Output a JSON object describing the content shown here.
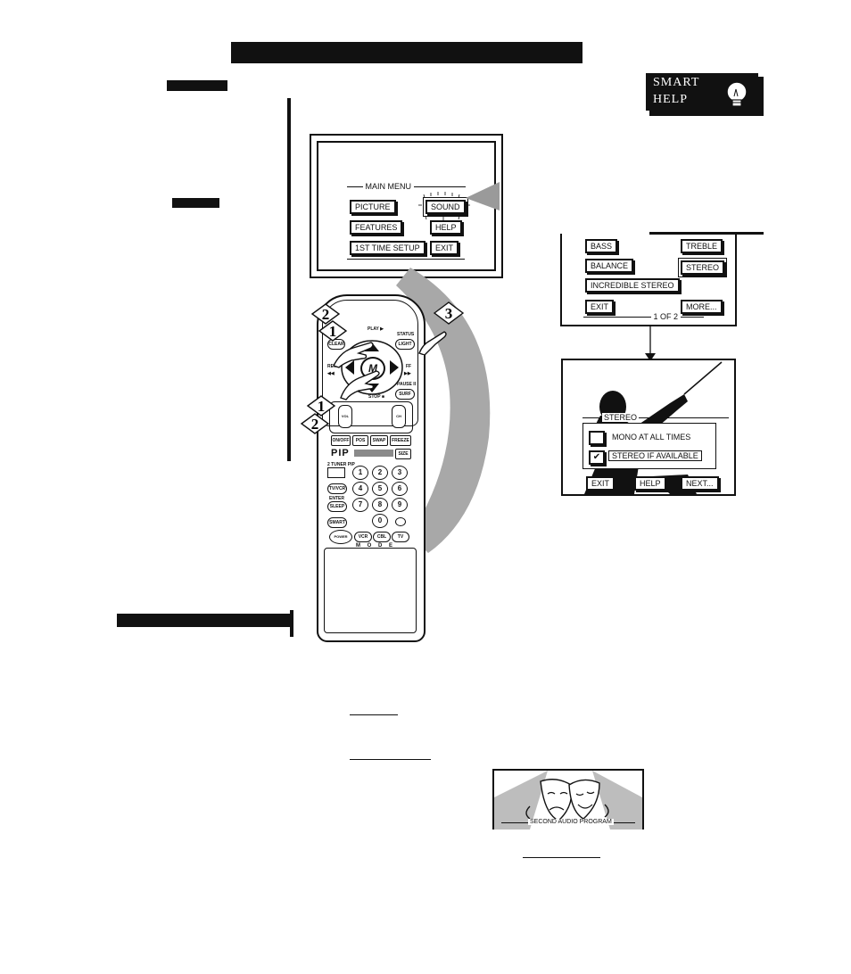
{
  "smart_help": {
    "line1": "SMART",
    "line2": "HELP",
    "icon": "lightbulb-icon"
  },
  "main_menu": {
    "title": "MAIN MENU",
    "buttons": {
      "picture": "PICTURE",
      "sound": "SOUND",
      "features": "FEATURES",
      "help": "HELP",
      "setup": "1ST TIME SETUP",
      "exit": "EXIT"
    }
  },
  "sound_menu": {
    "bass": "BASS",
    "treble": "TREBLE",
    "balance": "BALANCE",
    "stereo": "STEREO",
    "incredible": "INCREDIBLE STEREO",
    "exit": "EXIT",
    "more": "MORE...",
    "page": "1 OF 2"
  },
  "stereo_menu": {
    "title": "STEREO",
    "mono": "MONO AT ALL TIMES",
    "stereo_if": "STEREO IF AVAILABLE",
    "check": "✔",
    "exit": "EXIT",
    "help": "HELP",
    "next": "NEXT..."
  },
  "remote": {
    "play": "PLAY ▶",
    "status": "STATUS",
    "light": "LIGHT",
    "clear": "CLEAR",
    "menu": "M",
    "rew": "REW",
    "rew_sym": "◀◀",
    "ff": "FF",
    "ff_sym": "▶▶",
    "pause": "PAUSE II",
    "surf": "SURF",
    "stop": "STOP ■",
    "vol": "VOL",
    "ch": "CH",
    "pip_row": [
      "ON/OFF",
      "POS",
      "SWAP",
      "FREEZE"
    ],
    "pip": "PIP",
    "size": "SIZE",
    "tuner_pip": "2 TUNER PIP",
    "tv_vcr": "TV/VCR",
    "enter": "ENTER",
    "sleep": "SLEEP",
    "smart": "SMART",
    "power": "POWER",
    "mode_buttons": [
      "VCR",
      "CBL",
      "TV"
    ],
    "mode": "M O D E",
    "digits": [
      "1",
      "2",
      "3",
      "4",
      "5",
      "6",
      "7",
      "8",
      "9",
      "0"
    ]
  },
  "step_markers": {
    "one": "1",
    "two": "2",
    "three": "3"
  },
  "sap_panel": {
    "label": "SECOND AUDIO PROGRAM"
  },
  "colors": {
    "ink": "#111111",
    "paper": "#ffffff",
    "gray": "#8a8a8a"
  }
}
